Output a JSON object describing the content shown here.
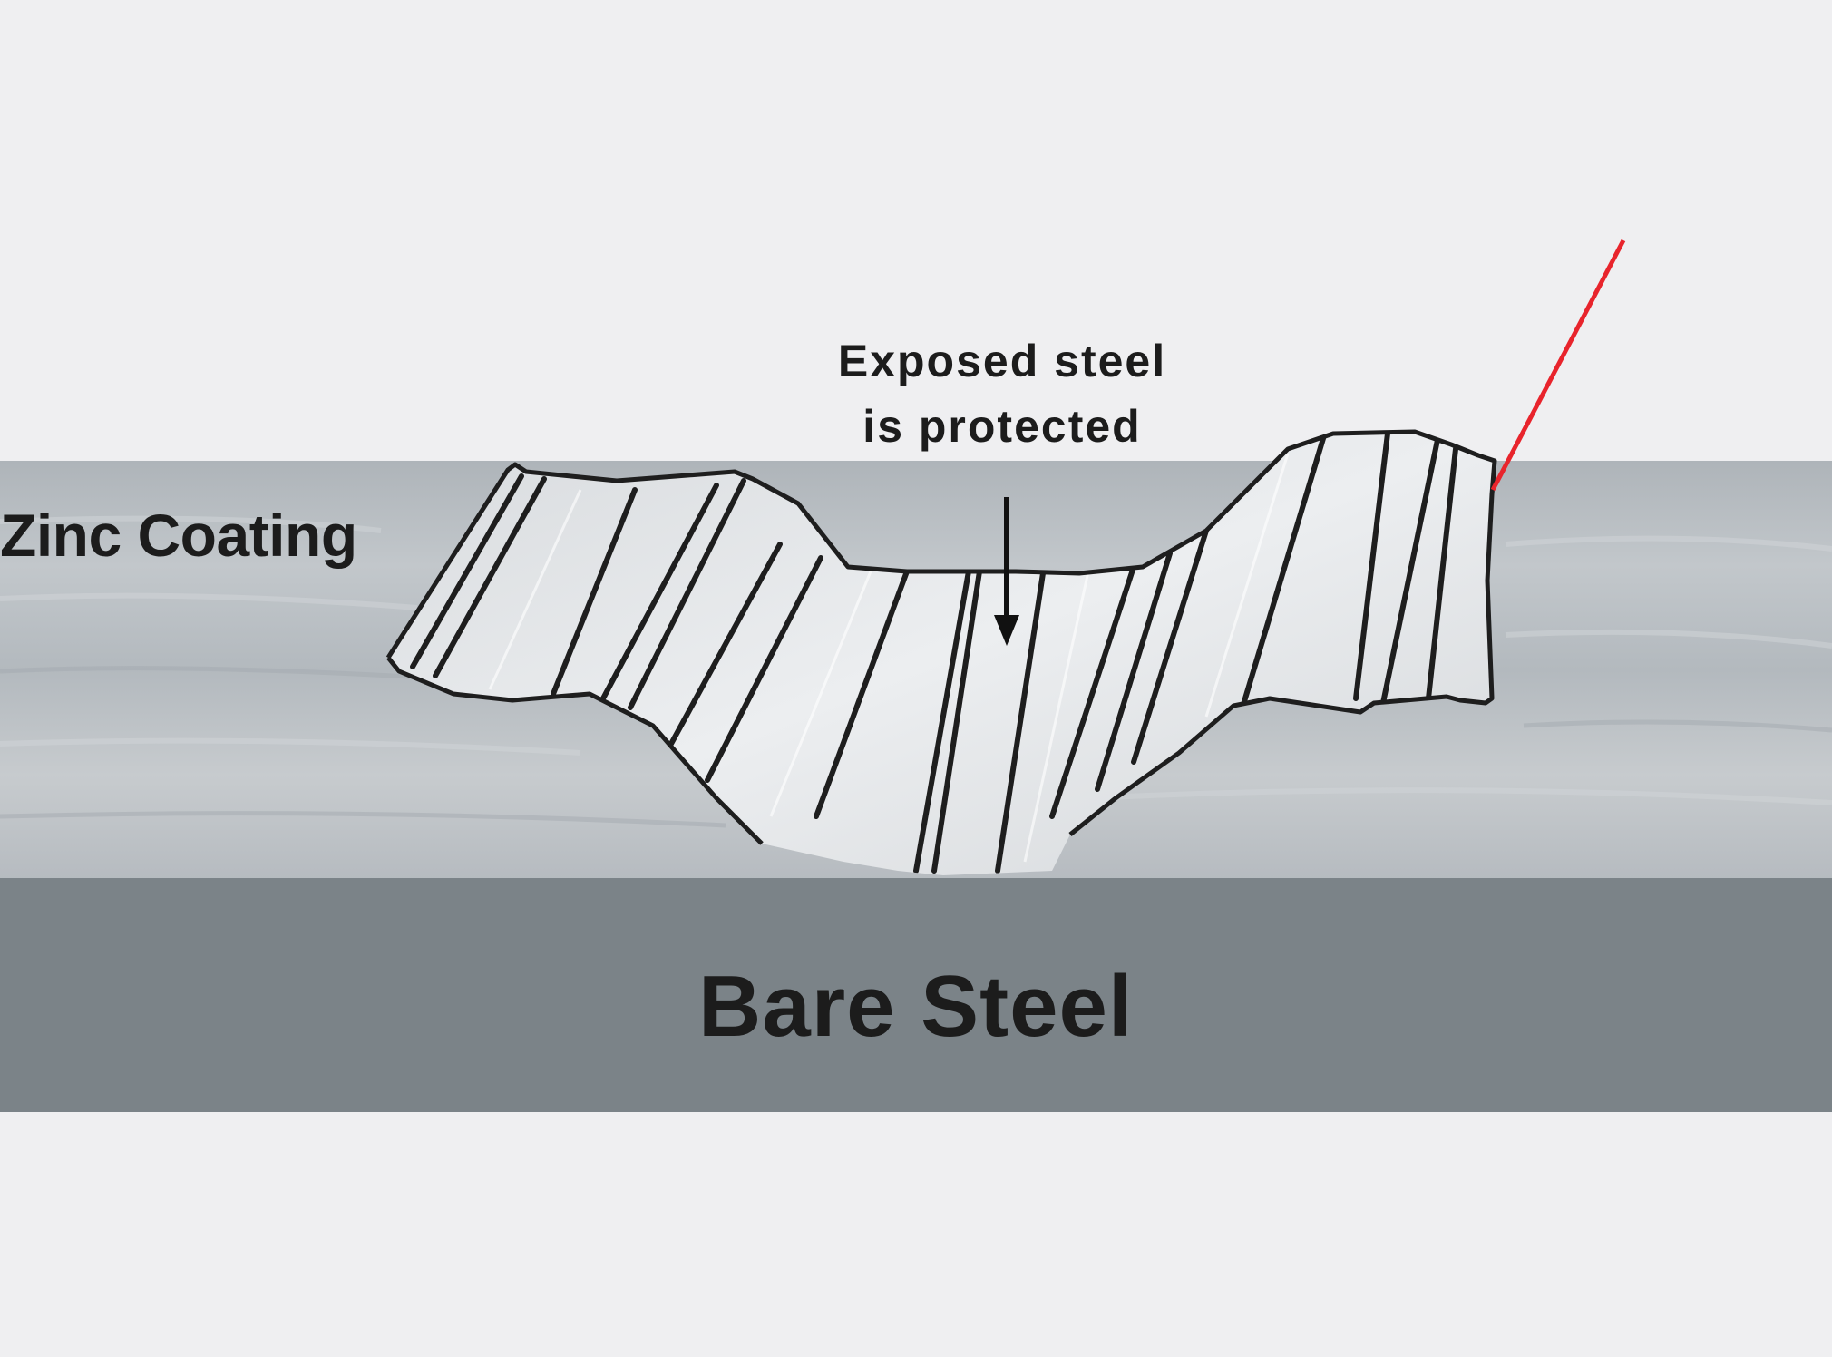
{
  "labels": {
    "zinc_coating": "Zinc Coating",
    "exposed_line1": "Exposed steel",
    "exposed_line2": "is protected",
    "bare_steel": "Bare Steel"
  },
  "colors": {
    "background": "#efeff1",
    "zinc_layer": "#b9bec3",
    "bare_steel": "#7b8388",
    "exposed_area": "#e2e4e6",
    "outline": "#1e1e1e",
    "pointer_line": "#e8242c"
  }
}
